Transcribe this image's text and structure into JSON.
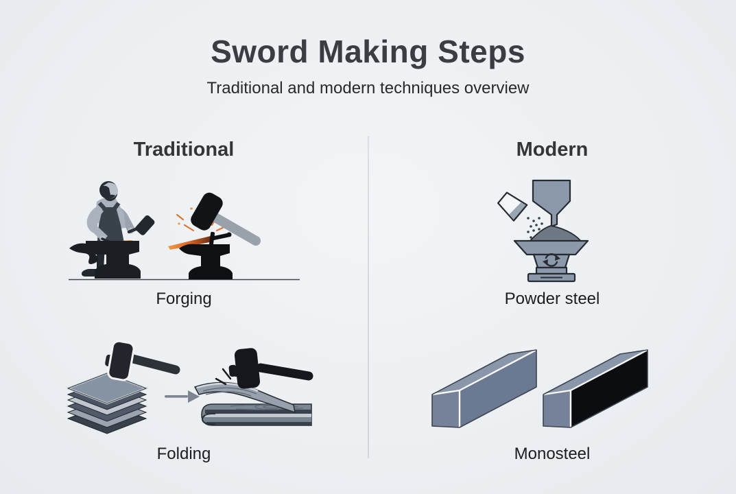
{
  "page": {
    "title": "Sword Making Steps",
    "subtitle": "Traditional and modern techniques overview"
  },
  "columns": [
    {
      "id": "traditional",
      "header": "Traditional",
      "steps": [
        {
          "label": "Forging",
          "illustration": "blacksmith-hammering-hot-blade-on-anvils-with-sparks"
        },
        {
          "label": "Folding",
          "illustration": "stacked-steel-plates-hammered-into-folded-layered-billet"
        }
      ]
    },
    {
      "id": "modern",
      "header": "Modern",
      "steps": [
        {
          "label": "Powder steel",
          "illustration": "powder-poured-from-cup-through-funnel-onto-mold-anvil"
        },
        {
          "label": "Monosteel",
          "illustration": "two-solid-steel-bars"
        }
      ]
    }
  ],
  "colors": {
    "background": "#edf0f3",
    "title_ink": "#3a3d41",
    "text_ink": "#1b1d20",
    "divider": "#d6dade",
    "silhouette_black": "#111317",
    "steel_gray": "#8c99ab",
    "steel_light": "#aab3bd",
    "ember_orange": "#e0762f",
    "ember_bright": "#f09a4a"
  }
}
